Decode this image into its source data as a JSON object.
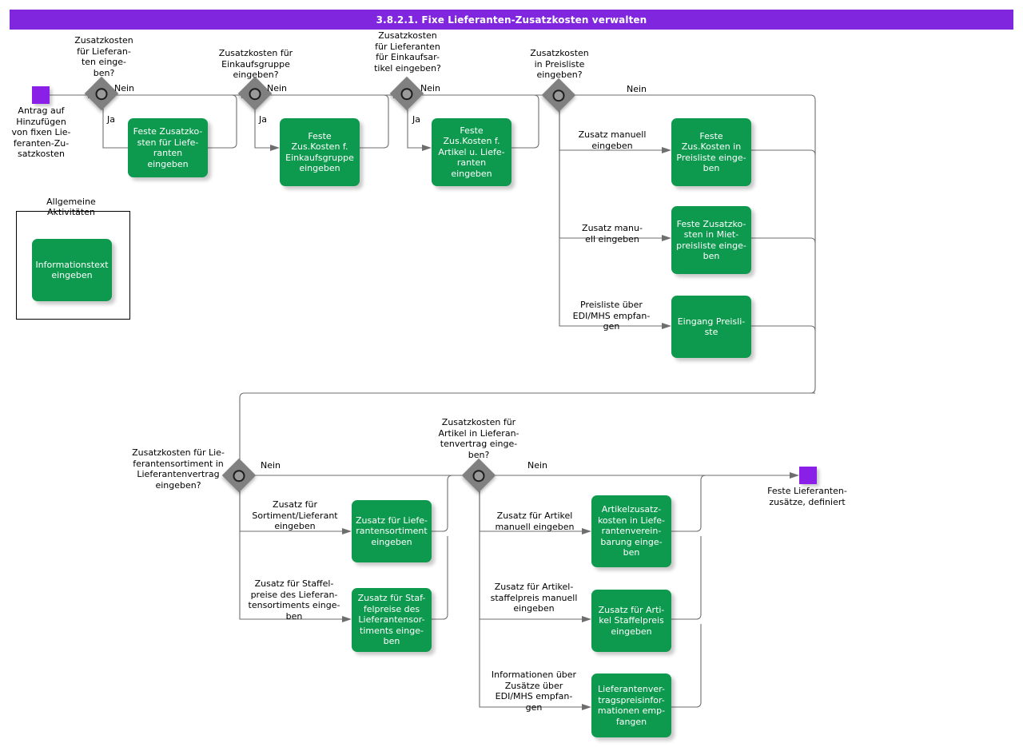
{
  "header": {
    "title": "3.8.2.1. Fixe Lieferanten-Zusatzkosten verwalten",
    "bar_color": "#7F26DE"
  },
  "colors": {
    "activity_green": "#0E9A4E",
    "terminal_purple": "#8A20E8",
    "decision_gray": "#808080",
    "connector": "#6E6E6E"
  },
  "start_node": {
    "name": "start",
    "label": "Antrag auf Hinzufügen von fixen Lieferanten-Zusatzkosten",
    "label_lines": "Antrag auf\nHinzufügen\nvon fixen Lie-\nferanten-Zu-\nsatzkosten"
  },
  "end_node": {
    "name": "end",
    "label": "Feste Lieferantenzusätze, definiert",
    "label_lines": "Feste Lieferanten-\nzusätze, definiert"
  },
  "group_box": {
    "title": "Allgemeine Aktivitäten",
    "title_lines": "Allgemeine\nAktivitäten",
    "activity": "Informationstext eingeben",
    "activity_lines": "Informationstext\neingeben"
  },
  "decisions": [
    {
      "id": "d1",
      "question": "Zusatzkosten für Lieferanten eingeben?",
      "question_lines": "Zusatzkosten\nfür Lieferan-\nten einge-\nben?",
      "no_label": "Nein",
      "yes_label": "Ja"
    },
    {
      "id": "d2",
      "question": "Zusatzkosten für Einkaufsgruppe eingeben?",
      "question_lines": "Zusatzkosten für\nEinkaufsgruppe\neingeben?",
      "no_label": "Nein",
      "yes_label": "Ja"
    },
    {
      "id": "d3",
      "question": "Zusatzkosten für Lieferanten für Einkaufsartikel eingeben?",
      "question_lines": "Zusatzkosten\nfür Lieferanten\nfür Einkaufsar-\ntikel eingeben?",
      "no_label": "Nein",
      "yes_label": "Ja"
    },
    {
      "id": "d4",
      "question": "Zusatzkosten in Preisliste eingeben?",
      "question_lines": "Zusatzkosten\nin Preisliste\neingeben?",
      "no_label": "Nein",
      "branch_labels": [
        "Zusatz manuell\neingeben",
        "Zusatz manu-\nell eingeben",
        "Preisliste über\nEDI/MHS empfan-\ngen"
      ]
    },
    {
      "id": "d5",
      "question": "Zusatzkosten für Lieferantensortiment in Lieferantenvertrag eingeben?",
      "question_lines": "Zusatzkosten für Lie-\nferantensortiment in\nLieferantenvertrag\neingeben?",
      "no_label": "Nein",
      "branch_labels": [
        "Zusatz für\nSortiment/Lieferant\neingeben",
        "Zusatz für Staffel-\npreise des Lieferan-\ntensortiments einge-\nben"
      ]
    },
    {
      "id": "d6",
      "question": "Zusatzkosten für Artikel in Lieferantenvertrag eingeben?",
      "question_lines": "Zusatzkosten für\nArtikel in Lieferan-\ntenvertrag einge-\nben?",
      "no_label": "Nein",
      "branch_labels": [
        "Zusatz für Artikel\nmanuell eingeben",
        "Zusatz für Artikel-\nstaffelpreis manuell\neingeben",
        "Informationen über\nZusätze über\nEDI/MHS empfan-\ngen"
      ]
    }
  ],
  "activities": [
    {
      "id": "a1",
      "label": "Feste Zusatzkosten für Lieferanten eingeben",
      "label_lines": "Feste Zusatzko-\nsten für Liefe-\nranten eingeben"
    },
    {
      "id": "a2",
      "label": "Feste Zus.Kosten f. Einkaufsgruppe eingeben",
      "label_lines": "Feste\nZus.Kosten f.\nEinkaufsgruppe\neingeben"
    },
    {
      "id": "a3",
      "label": "Feste Zus.Kosten f. Artikel u. Lieferanten eingeben",
      "label_lines": "Feste\nZus.Kosten f.\nArtikel u. Liefe-\nranten eingeben"
    },
    {
      "id": "a4",
      "label": "Feste Zus.Kosten in Preisliste eingeben",
      "label_lines": "Feste\nZus.Kosten in\nPreisliste einge-\nben"
    },
    {
      "id": "a5",
      "label": "Feste Zusatzkosten in Mietpreisliste eingeben",
      "label_lines": "Feste Zusatzko-\nsten in Miet-\npreisliste einge-\nben"
    },
    {
      "id": "a6",
      "label": "Eingang Preisliste",
      "label_lines": "Eingang Preisli-\nste"
    },
    {
      "id": "a7",
      "label": "Zusatz für Lieferantensortiment eingeben",
      "label_lines": "Zusatz für Liefe-\nrantensortiment\neingeben"
    },
    {
      "id": "a8",
      "label": "Zusatz für Staffelpreise des Lieferantensortiments eingeben",
      "label_lines": "Zusatz für Staf-\nfelpreise des\nLieferantensor-\ntiments einge-\nben"
    },
    {
      "id": "a9",
      "label": "Artikelzusatzkosten in Lieferantenvereinbarung eingeben",
      "label_lines": "Artikelzusatz-\nkosten in Liefe-\nrantenverein-\nbarung einge-\nben"
    },
    {
      "id": "a10",
      "label": "Zusatz für Artikel Staffelpreis eingeben",
      "label_lines": "Zusatz für Arti-\nkel Staffelpreis\neingeben"
    },
    {
      "id": "a11",
      "label": "Lieferantenvertragspreisinformationen empfangen",
      "label_lines": "Lieferantenver-\ntragspreisinfor-\nmationen emp-\nfangen"
    }
  ]
}
